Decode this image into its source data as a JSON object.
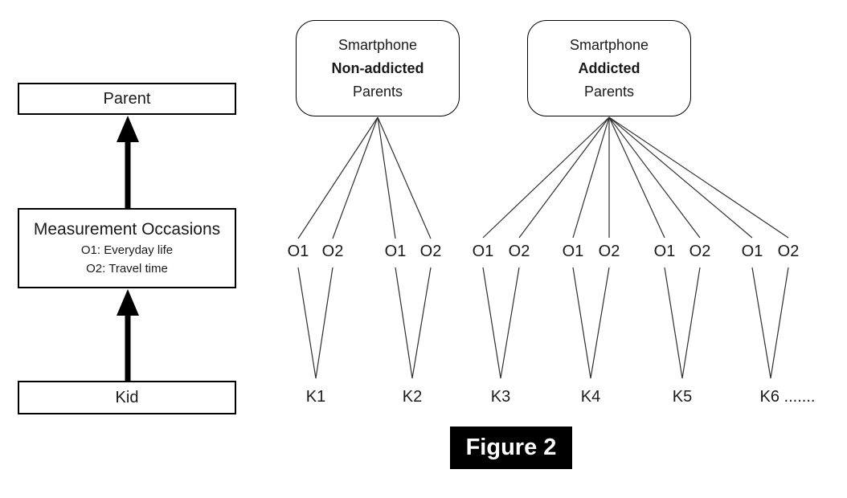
{
  "left_flow": {
    "parent_label": "Parent",
    "measurement": {
      "title": "Measurement Occasions",
      "o1_description": "O1: Everyday life",
      "o2_description": "O2: Travel time"
    },
    "kid_label": "Kid"
  },
  "occasion_pair": [
    "O1",
    "O2"
  ],
  "groups": [
    {
      "title_top": "Smartphone",
      "title_bold": "Non-addicted",
      "title_bottom": "Parents",
      "kids": [
        "K1",
        "K2"
      ]
    },
    {
      "title_top": "Smartphone",
      "title_bold": "Addicted",
      "title_bottom": "Parents",
      "kids": [
        "K3",
        "K4",
        "K5",
        "K6 ......."
      ]
    }
  ],
  "figure_caption": "Figure 2",
  "colors": {
    "line": "#2e2e2e",
    "border": "#000000",
    "arrow": "#000000",
    "figure_bg": "#000000",
    "figure_text": "#ffffff"
  }
}
